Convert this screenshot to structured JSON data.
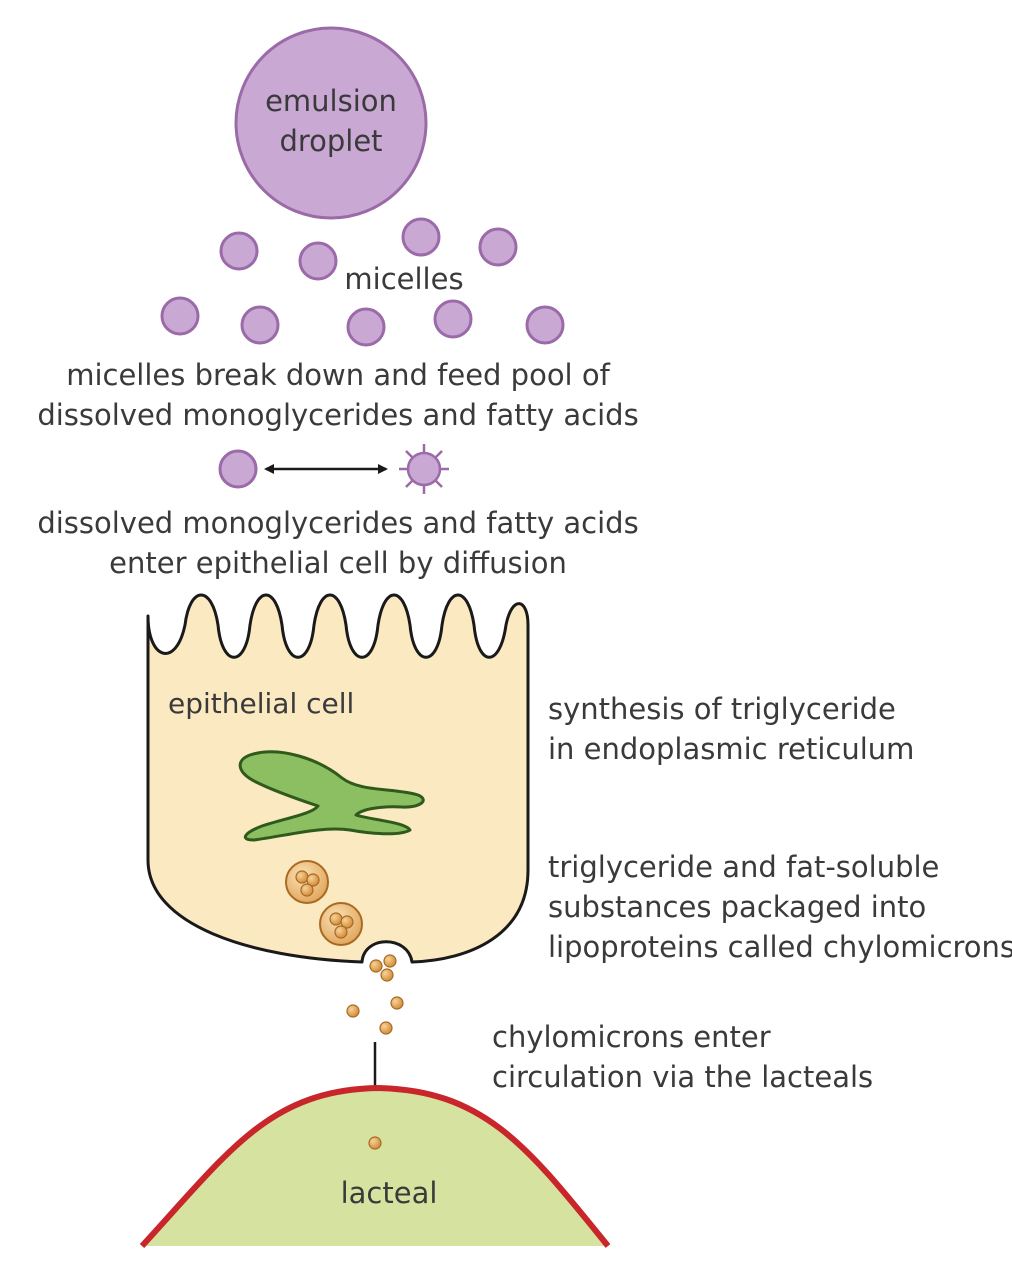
{
  "labels": {
    "emulsion_line1": "emulsion",
    "emulsion_line2": "droplet",
    "micelles": "micelles",
    "breakdown_line1": "micelles break down and feed pool of",
    "breakdown_line2": "dissolved monoglycerides and fatty acids",
    "diffusion_line1": "dissolved monoglycerides and fatty acids",
    "diffusion_line2": "enter epithelial cell by diffusion",
    "epithelial_cell": "epithelial cell",
    "synthesis_line1": "synthesis of triglyceride",
    "synthesis_line2": "in endoplasmic reticulum",
    "packaging_line1": "triglyceride and fat-soluble",
    "packaging_line2": "substances packaged into",
    "packaging_line3": "lipoproteins called chylomicrons",
    "circulation_line1": "chylomicrons enter",
    "circulation_line2": "circulation via the lacteals",
    "lacteal": "lacteal"
  },
  "colors": {
    "micelle_fill": "#c9a8d4",
    "micelle_stroke": "#9b6aa8",
    "cell_fill": "#fbe9c2",
    "cell_stroke": "#1a1a1a",
    "er_fill": "#8cbf62",
    "er_stroke": "#2f5a1c",
    "chylomicron_fill": "#e3a95a",
    "chylomicron_stroke": "#a86a22",
    "lacteal_fill": "#d6e3a0",
    "lacteal_stroke": "#c8262a",
    "text": "#3a3a3a"
  }
}
